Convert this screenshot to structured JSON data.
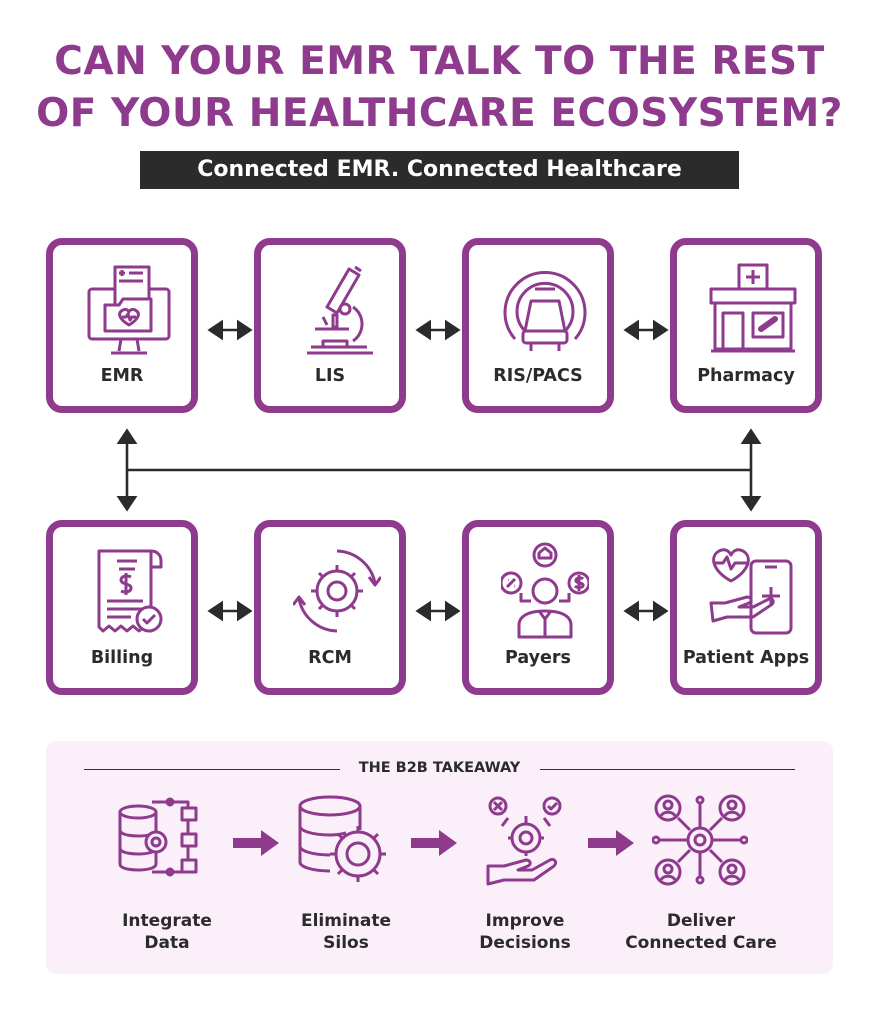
{
  "header": {
    "title_line1": "CAN YOUR EMR TALK TO THE REST",
    "title_line2": "OF YOUR HEALTHCARE ECOSYSTEM?",
    "subtitle": "Connected EMR. Connected Healthcare"
  },
  "nodes": [
    {
      "label": "EMR",
      "icon": "emr-monitor-icon"
    },
    {
      "label": "LIS",
      "icon": "microscope-icon"
    },
    {
      "label": "RIS/PACS",
      "icon": "mri-scanner-icon"
    },
    {
      "label": "Pharmacy",
      "icon": "pharmacy-icon"
    },
    {
      "label": "Billing",
      "icon": "billing-receipt-icon"
    },
    {
      "label": "RCM",
      "icon": "gear-cycle-icon"
    },
    {
      "label": "Payers",
      "icon": "payers-person-icon"
    },
    {
      "label": "Patient Apps",
      "icon": "patient-app-icon"
    }
  ],
  "takeaway": {
    "title": "THE B2B TAKEAWAY",
    "steps": [
      {
        "line1": "Integrate",
        "line2": "Data",
        "icon": "data-integration-icon"
      },
      {
        "line1": "Eliminate",
        "line2": "Silos",
        "icon": "database-gear-icon"
      },
      {
        "line1": "Improve",
        "line2": "Decisions",
        "icon": "decision-hand-icon"
      },
      {
        "line1": "Deliver",
        "line2": "Connected Care",
        "icon": "connected-network-icon"
      }
    ]
  },
  "colors": {
    "accent": "#8e3a8d",
    "dark": "#2b2b2b",
    "panel": "#fbf0fa"
  }
}
